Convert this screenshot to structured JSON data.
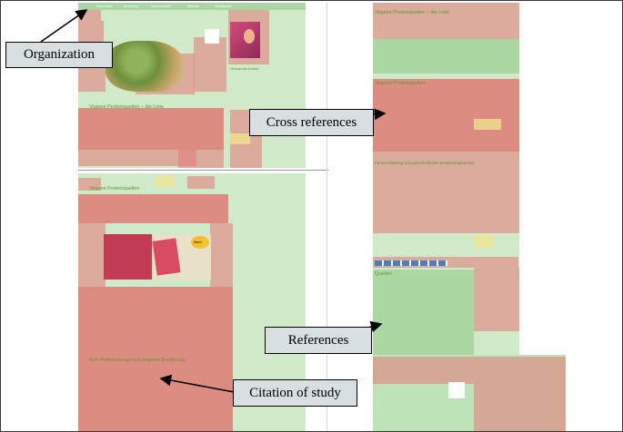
{
  "callouts": {
    "organization": "Organization",
    "cross_references": "Cross references",
    "references": "References",
    "citation_of_study": "Citation of study"
  },
  "site": {
    "nav_items": [
      "Gesundheit",
      "Ernährung",
      "Naturkosmetik",
      "Rezepte",
      "Heilpflanzen"
    ],
    "article_title_left": "Vegane Proteinquellen – die Liste",
    "section_left_1": "Vegane Proteinquellen",
    "section_left_2": "Kein Proteinmangel bei veganer Ernährung",
    "article_title_right": "Vegane Proteinquellen – die Liste",
    "section_right_1": "Vegane Proteinquellen",
    "section_right_2": "Fernausbildung zum ganzheitlichen Ernährungsberater",
    "section_right_3": "Quellen",
    "sidebar_heading": "Verwandte Artikel",
    "promo_badge": "Neu!"
  },
  "colors": {
    "heat_red": "#e67878",
    "heat_green": "#8cc882",
    "heat_yellow": "#f0e68c",
    "site_green": "#5c9a2c",
    "callout_bg": "#d7dfe0"
  }
}
